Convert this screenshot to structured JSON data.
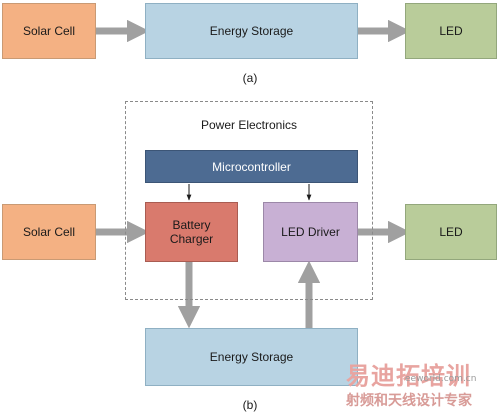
{
  "diagram_a": {
    "solar_cell": "Solar Cell",
    "energy_storage": "Energy Storage",
    "led": "LED",
    "caption": "(a)"
  },
  "diagram_b": {
    "power_electronics": "Power Electronics",
    "microcontroller": "Microcontroller",
    "battery_charger": "Battery\nCharger",
    "led_driver": "LED Driver",
    "solar_cell": "Solar Cell",
    "led": "LED",
    "energy_storage": "Energy Storage",
    "caption": "(b)"
  },
  "watermark": {
    "brand": "易迪拓培训",
    "site": "eeworld.com.cn",
    "slogan": "射频和天线设计专家"
  }
}
